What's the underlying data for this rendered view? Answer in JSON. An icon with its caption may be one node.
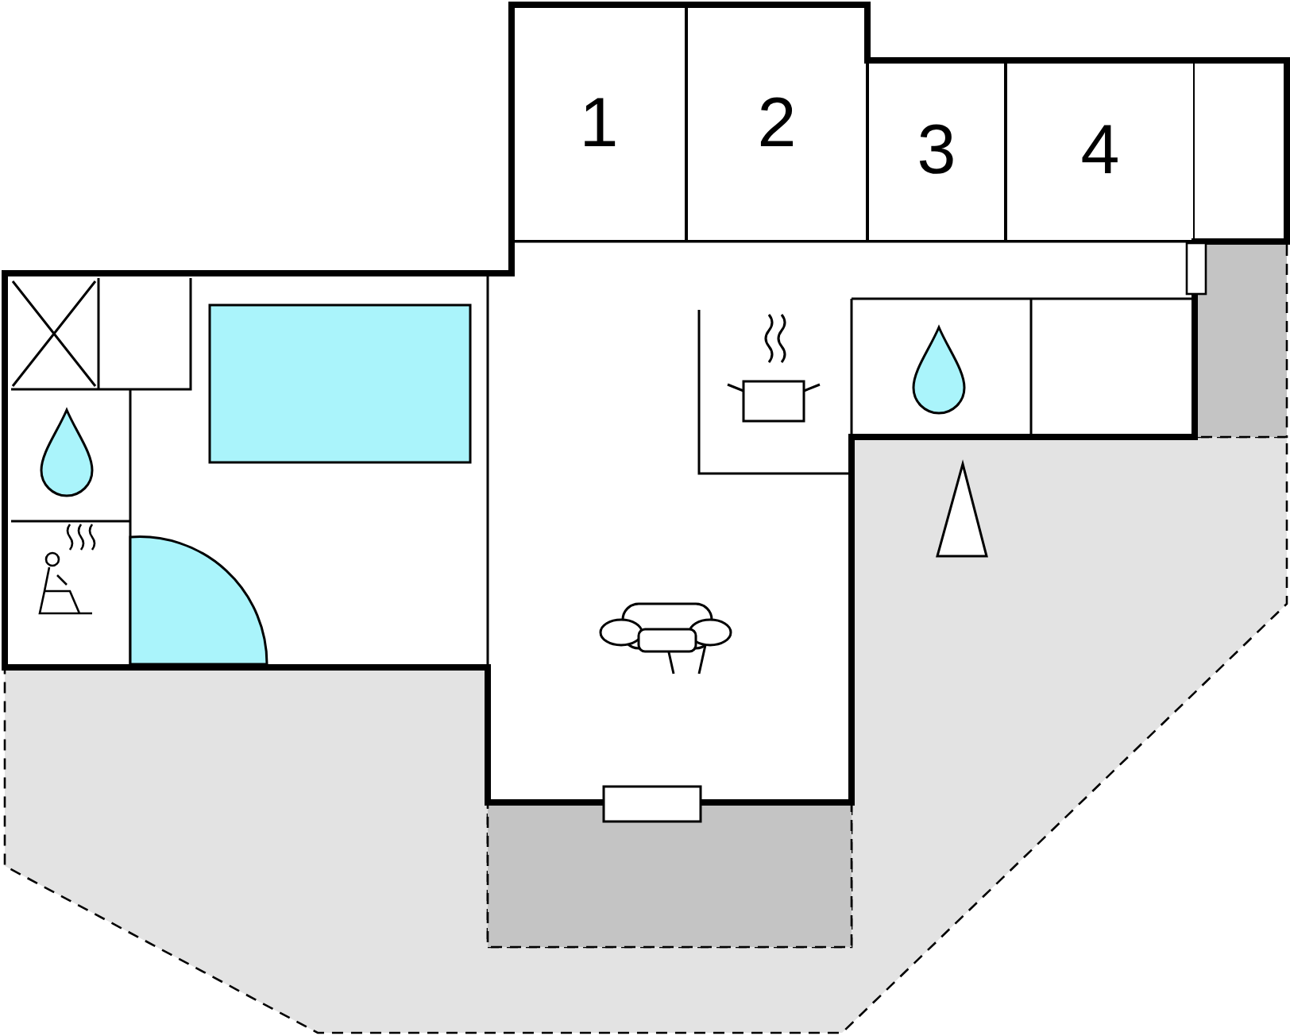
{
  "diagram": {
    "nodes": [
      {
        "text": [
          "1"
        ]
      },
      {
        "text": [
          "2"
        ]
      },
      {
        "text": [
          "3"
        ]
      },
      {
        "text": [
          "4"
        ]
      }
    ]
  }
}
